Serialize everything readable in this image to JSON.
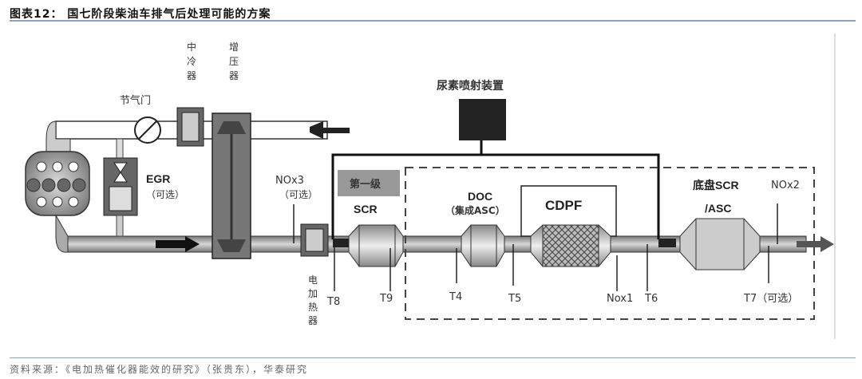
{
  "title": "图表12：  国七阶段柴油车排气后处理可能的方案",
  "source": "资料来源：《电加热催化器能效的研究》（张贵东），华泰研究",
  "diagram": {
    "labels": {
      "intercooler": [
        "中",
        "冷",
        "器"
      ],
      "turbo": [
        "增",
        "压",
        "器"
      ],
      "throttle": "节气门",
      "urea": "尿素喷射装置",
      "egr": "EGR",
      "egr_optional": "（可选）",
      "nox3": "NOx3",
      "nox3_optional": "（可选）",
      "first_stage": "第一级",
      "scr": "SCR",
      "doc": "DOC",
      "doc_sub": "（集成ASC）",
      "cdpf": "CDPF",
      "chassis_scr": "底盘SCR",
      "chassis_asc": "/ASC",
      "nox2": "NOx2",
      "heater": [
        "电",
        "加",
        "热",
        "器"
      ],
      "t8": "T8",
      "t9": "T9",
      "t4": "T4",
      "t5": "T5",
      "nox1": "Nox1",
      "t6": "T6",
      "t7": "T7（可选）"
    }
  }
}
